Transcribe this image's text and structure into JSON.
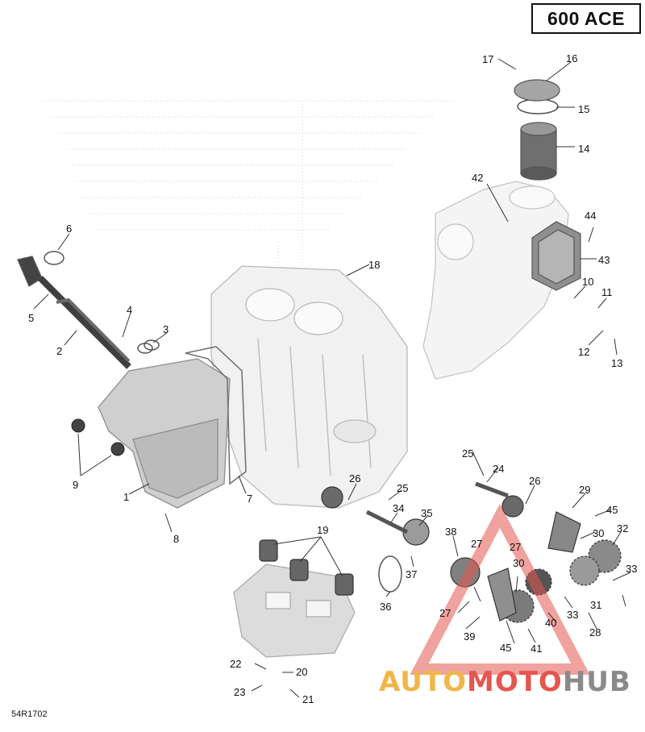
{
  "title": "600 ACE",
  "ref_code": "54R1702",
  "watermark": {
    "part1": "AUTO",
    "part2": "MOTO",
    "part3": "HUB"
  },
  "colors": {
    "watermark_orange": "#f0b64a",
    "watermark_red": "#e4564f",
    "watermark_gray": "#8a8a8a"
  },
  "callouts": {
    "c1": "1",
    "c2": "2",
    "c3": "3",
    "c4": "4",
    "c5": "5",
    "c6": "6",
    "c7": "7",
    "c8": "8",
    "c9": "9",
    "c10": "10",
    "c11": "11",
    "c12": "12",
    "c13": "13",
    "c14": "14",
    "c15": "15",
    "c16": "16",
    "c17": "17",
    "c18": "18",
    "c19": "19",
    "c20": "20",
    "c21": "21",
    "c22": "22",
    "c23": "23",
    "c24": "24",
    "c25a": "25",
    "c25b": "25",
    "c26a": "26",
    "c26b": "26",
    "c27a": "27",
    "c27b": "27",
    "c27c": "27",
    "c28": "28",
    "c29": "29",
    "c30a": "30",
    "c30b": "30",
    "c31": "31",
    "c32": "32",
    "c33a": "33",
    "c33b": "33",
    "c34": "34",
    "c35": "35",
    "c36": "36",
    "c37": "37",
    "c38": "38",
    "c39": "39",
    "c40": "40",
    "c41": "41",
    "c42": "42",
    "c43": "43",
    "c44": "44",
    "c45a": "45",
    "c45b": "45"
  }
}
